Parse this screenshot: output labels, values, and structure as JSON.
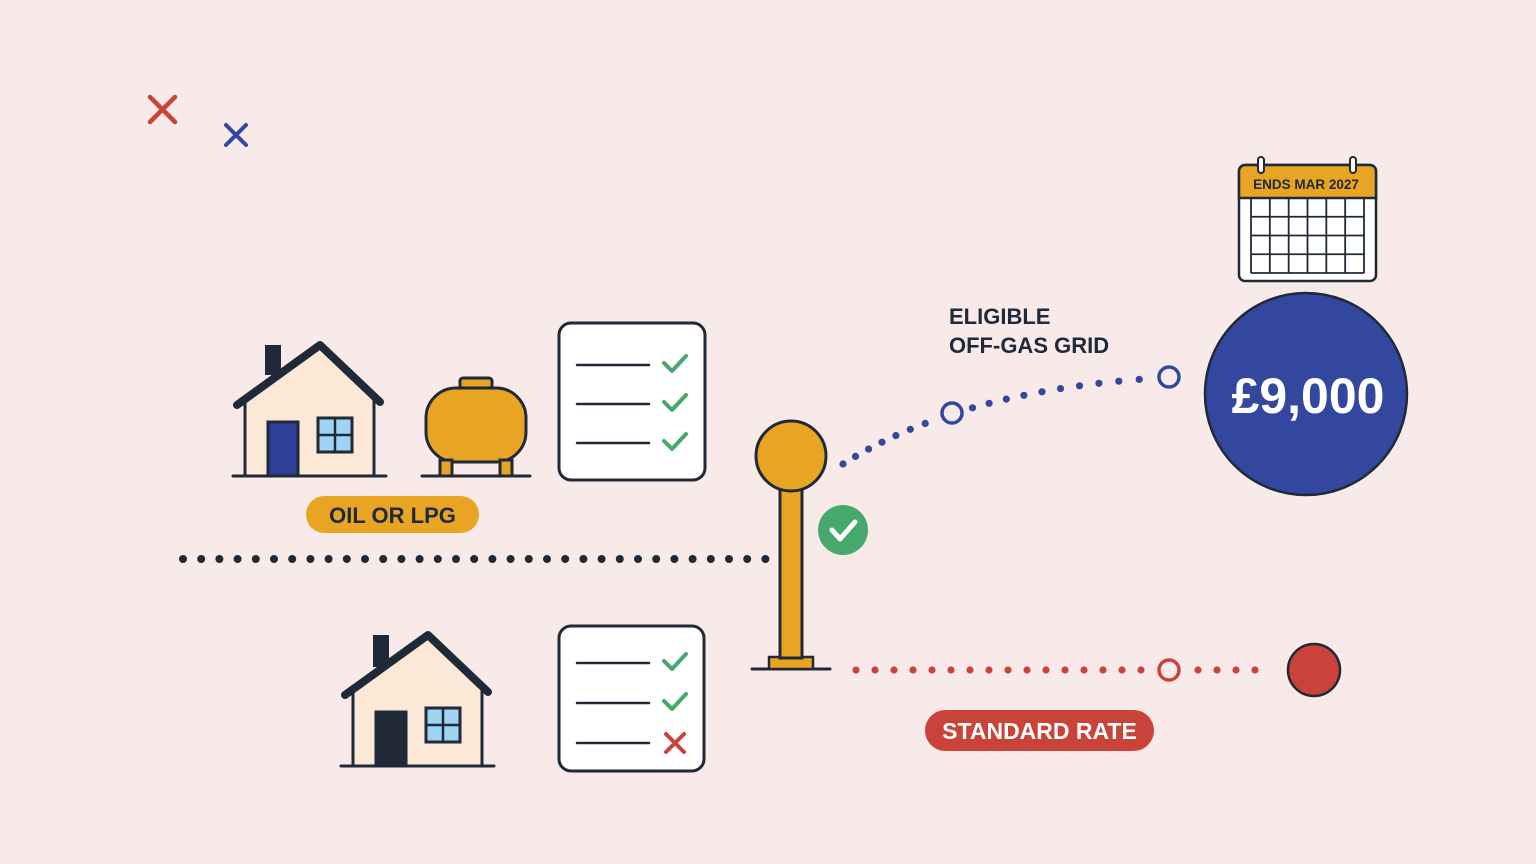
{
  "colors": {
    "background": "#f9eaea",
    "navy": "#1f2937",
    "amber": "#e8a423",
    "blue": "#33479e",
    "red": "#c9433a",
    "green": "#46a86c",
    "house_wall": "#fbe8d6",
    "window": "#9fd3f2"
  },
  "labels": {
    "fuel_pill": "OIL OR LPG",
    "eligible_line1": "ELIGIBLE",
    "eligible_line2": "OFF-GAS GRID",
    "grant_amount": "£9,000",
    "calendar_header": "ENDS MAR 2027",
    "standard_pill": "STANDARD RATE"
  },
  "checklist_top": [
    "check",
    "check",
    "check"
  ],
  "checklist_bottom": [
    "check",
    "check",
    "cross"
  ],
  "icons": {
    "decor_marks": [
      "cross-icon",
      "cross-icon"
    ],
    "top_home": "house-icon",
    "fuel_tank": "fuel-tank-icon",
    "gate": "gate-post-icon",
    "approved_badge": "check-icon",
    "calendar": "calendar-icon"
  }
}
